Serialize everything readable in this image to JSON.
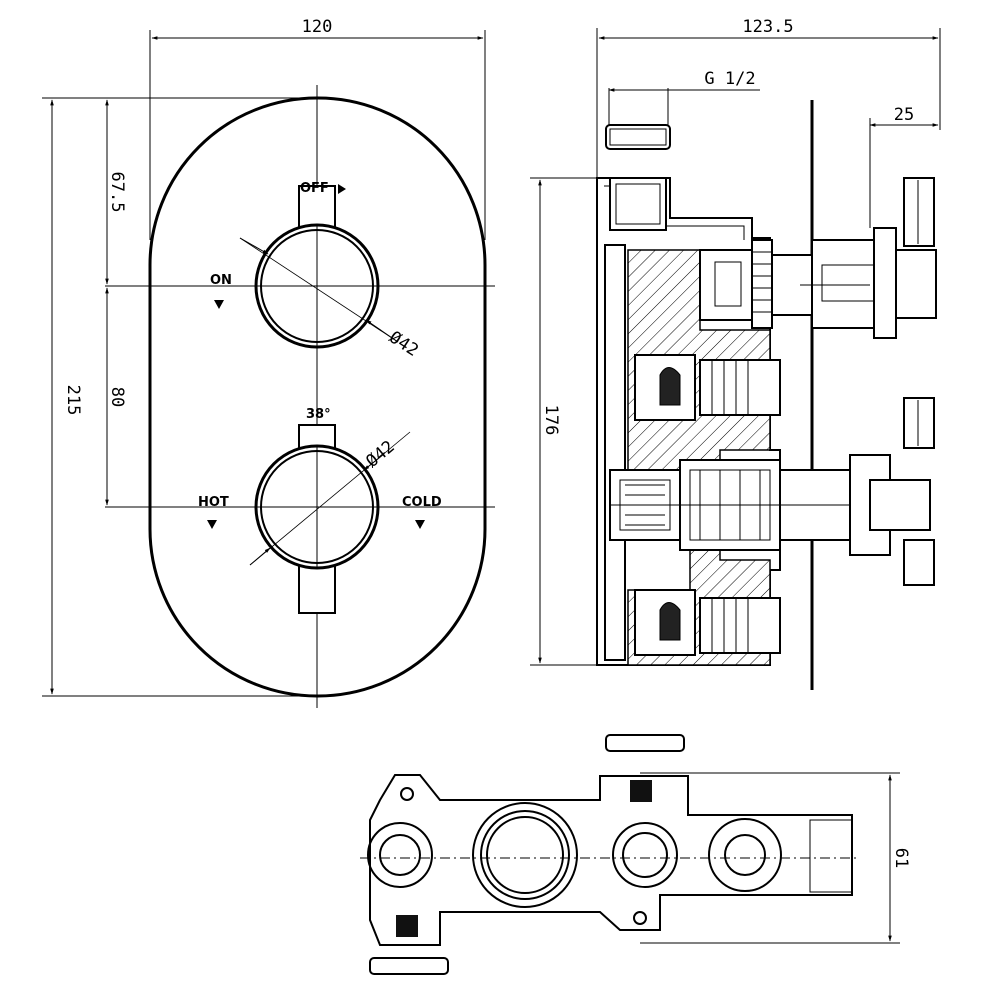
{
  "front_view": {
    "width_dim": "120",
    "height_dim": "215",
    "upper_dim": "67.5",
    "lower_dim": "80",
    "upper_knob_dia": "Ø42",
    "lower_knob_dia": "Ø42",
    "label_off": "OFF",
    "label_on": "ON",
    "label_hot": "HOT",
    "label_cold": "COLD",
    "angle_label": "38°"
  },
  "side_view": {
    "width_dim": "123.5",
    "thread_dim": "G 1/2",
    "depth_dim": "25",
    "height_dim": "176"
  },
  "bottom_view": {
    "height_dim": "61"
  }
}
